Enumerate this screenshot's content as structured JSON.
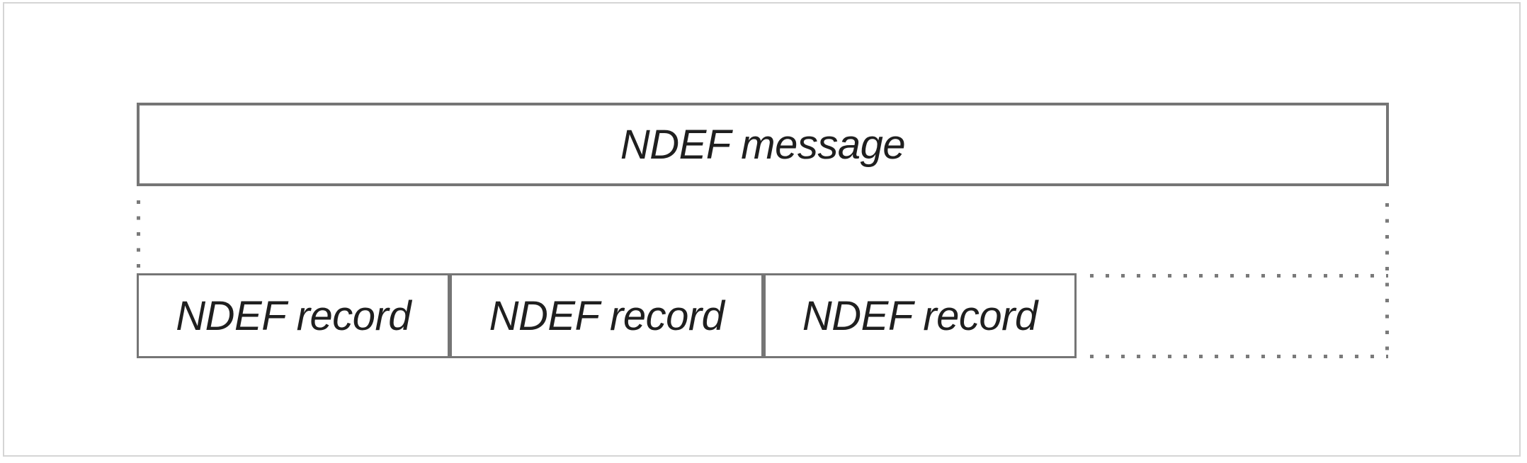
{
  "diagram": {
    "message": {
      "label": "NDEF message"
    },
    "records": [
      {
        "label": "NDEF record"
      },
      {
        "label": "NDEF record"
      },
      {
        "label": "NDEF record"
      }
    ],
    "colors": {
      "box_border": "#757575",
      "dot": "#7a7a7a",
      "text": "#1f1f1f",
      "frame": "#d5d5d5",
      "background": "#ffffff"
    }
  }
}
